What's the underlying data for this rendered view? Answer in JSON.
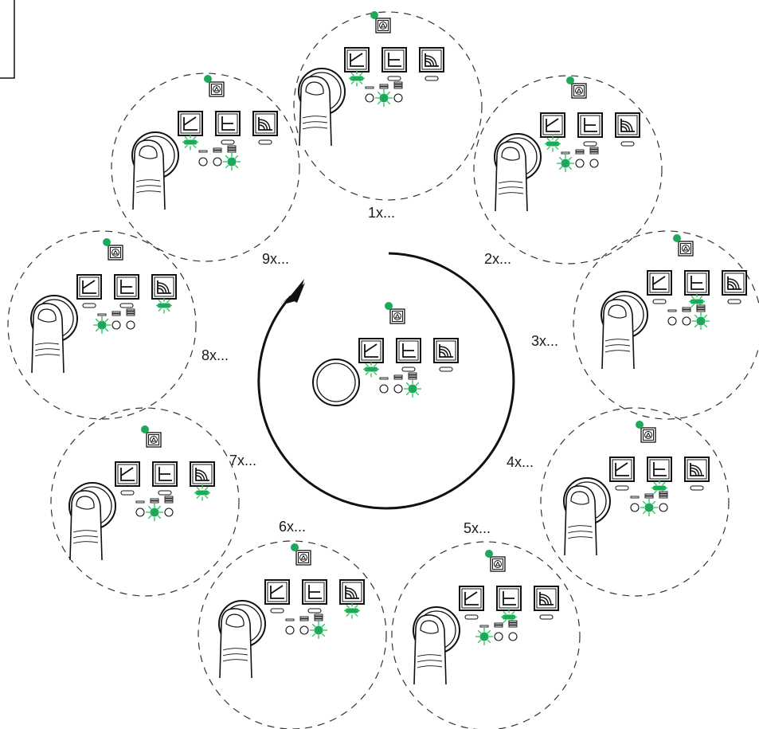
{
  "colors": {
    "led_green": "#1ea85a",
    "glow_green": "#22c35a",
    "stroke": "#111111",
    "dashed": "#333333"
  },
  "icons": {
    "pump": "pump-icon",
    "curves": [
      "proportional-pressure-curve-icon",
      "constant-pressure-curve-icon",
      "constant-speed-curve-icon"
    ],
    "levels": [
      "level-1-icon",
      "level-2-icon",
      "level-3-icon"
    ],
    "button": "press-button-icon",
    "finger": "finger-press-icon"
  },
  "center_state": {
    "mode": 1,
    "level": 3
  },
  "steps": [
    {
      "label": "1x...",
      "mode": 1,
      "level": 2
    },
    {
      "label": "2x...",
      "mode": 1,
      "level": 1
    },
    {
      "label": "3x...",
      "mode": 2,
      "level": 3
    },
    {
      "label": "4x...",
      "mode": 2,
      "level": 2
    },
    {
      "label": "5x...",
      "mode": 2,
      "level": 1
    },
    {
      "label": "6x...",
      "mode": 3,
      "level": 3
    },
    {
      "label": "7x...",
      "mode": 3,
      "level": 2
    },
    {
      "label": "8x...",
      "mode": 3,
      "level": 1
    },
    {
      "label": "9x...",
      "mode": 1,
      "level": 3
    }
  ]
}
